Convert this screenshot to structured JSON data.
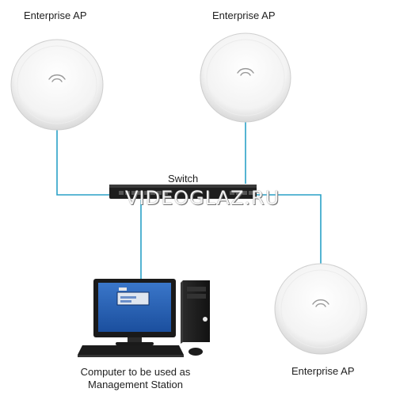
{
  "nodes": {
    "ap_top_left": {
      "label": "Enterprise AP"
    },
    "ap_top_right": {
      "label": "Enterprise AP"
    },
    "ap_bottom_right": {
      "label": "Enterprise AP"
    },
    "switch": {
      "label": "Switch"
    },
    "computer": {
      "label_line1": "Computer to be used as",
      "label_line2": "Management Station"
    }
  },
  "watermark": "VIDEOGLAZ.RU",
  "colors": {
    "cable": "#2aa1c7",
    "switch_body": "#1e1e1e",
    "ap_body": "#f4f4f4"
  }
}
